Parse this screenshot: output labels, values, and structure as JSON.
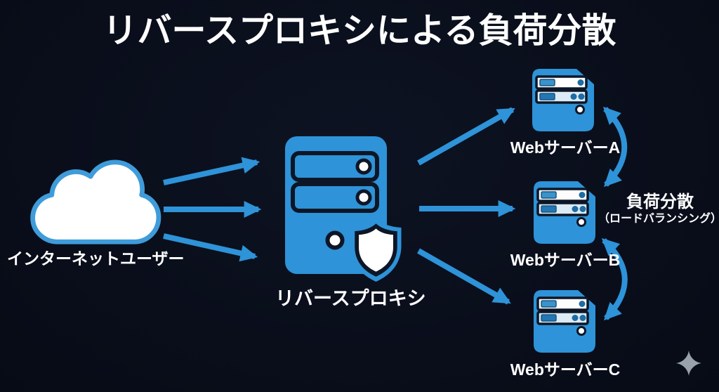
{
  "title": "リバースプロキシによる負荷分散",
  "nodes": {
    "internet_users": {
      "label": "インターネットユーザー",
      "icon": "cloud-icon"
    },
    "reverse_proxy": {
      "label": "リバースプロキシ",
      "icon": "server-tower-shield-icon"
    },
    "web_server_a": {
      "label": "WebサーバーA",
      "icon": "server-box-icon"
    },
    "web_server_b": {
      "label": "WebサーバーB",
      "icon": "server-box-icon"
    },
    "web_server_c": {
      "label": "WebサーバーC",
      "icon": "server-box-icon"
    }
  },
  "annotations": {
    "load_balancing": {
      "title": "負荷分散",
      "subtitle": "（ロードバランシング）"
    }
  },
  "connections": [
    {
      "from": "internet_users",
      "to": "reverse_proxy",
      "count": 3,
      "style": "straight-arrow"
    },
    {
      "from": "reverse_proxy",
      "to": "web_server_a",
      "style": "straight-arrow"
    },
    {
      "from": "reverse_proxy",
      "to": "web_server_b",
      "style": "straight-arrow"
    },
    {
      "from": "reverse_proxy",
      "to": "web_server_c",
      "style": "straight-arrow"
    },
    {
      "between": [
        "web_server_a",
        "web_server_b"
      ],
      "style": "curved-double-arrow"
    },
    {
      "between": [
        "web_server_b",
        "web_server_c"
      ],
      "style": "curved-double-arrow"
    }
  ],
  "decorations": {
    "sparkle": "sparkle-icon"
  },
  "colors": {
    "background": "#0a0e1b",
    "accent_blue": "#2e93d8",
    "outline_dark": "#0d1626",
    "text_white": "#ffffff",
    "sparkle_gray": "#99a1ab"
  }
}
